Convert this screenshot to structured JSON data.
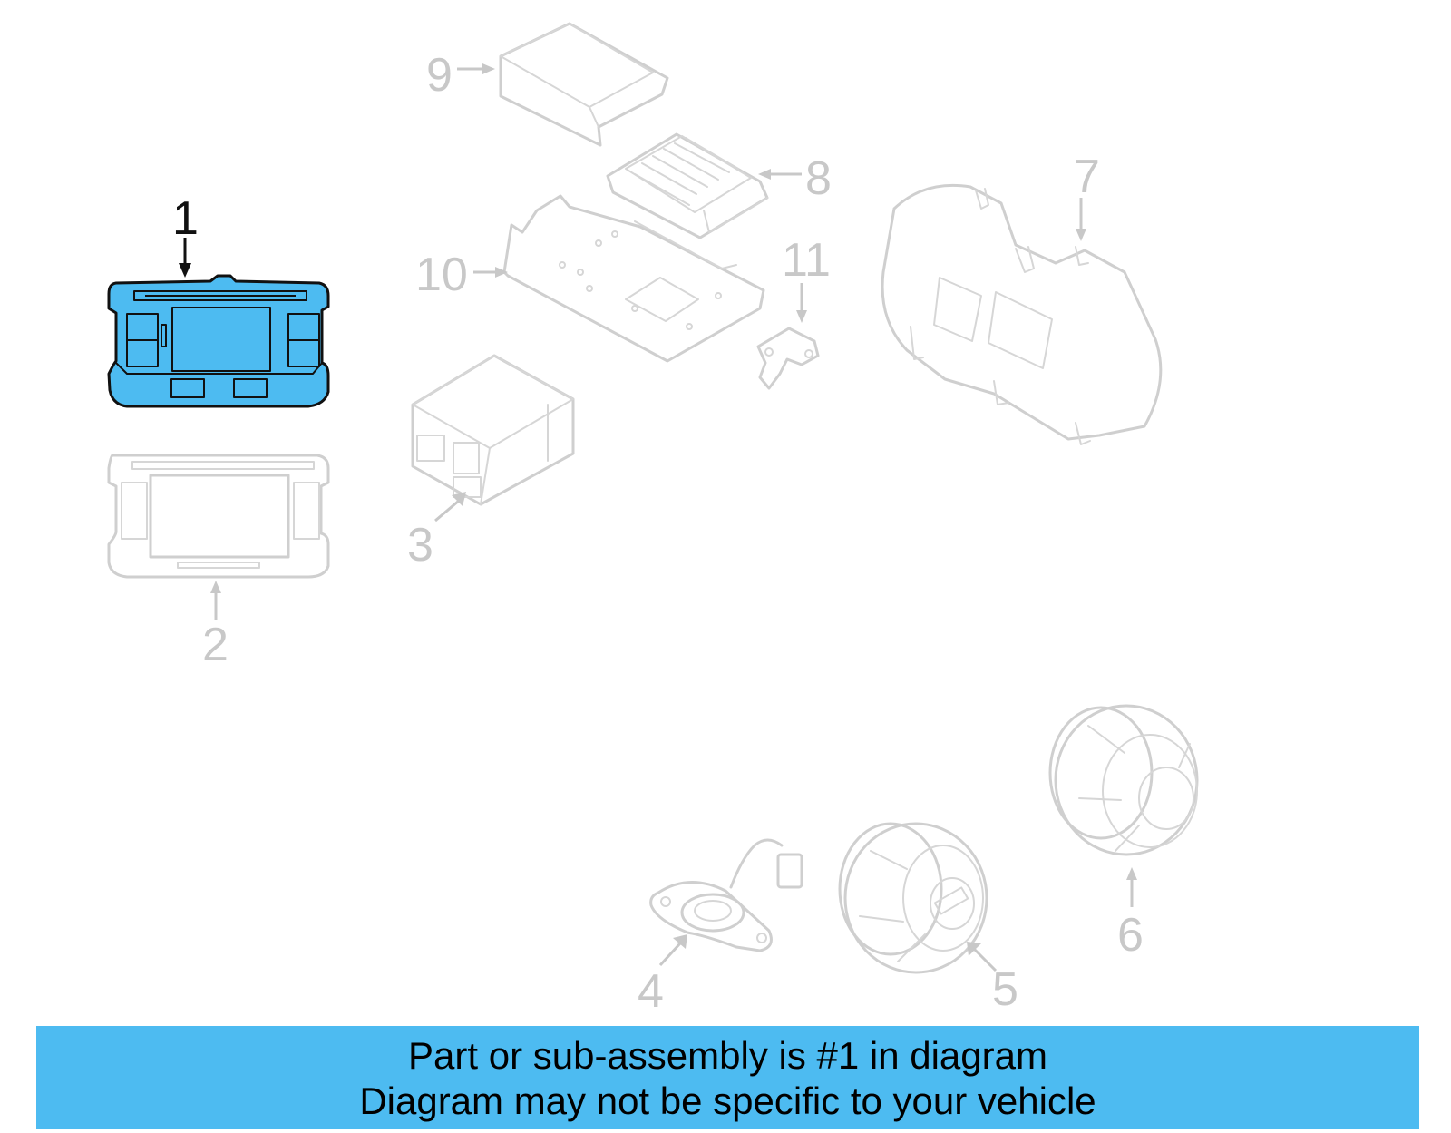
{
  "colors": {
    "highlight": "#4dbbf1",
    "banner": "#4dbbf1",
    "ghost_line": "#cfcfcf",
    "callout_dim": "#c8c8c8",
    "callout_active": "#111111"
  },
  "callouts": {
    "c1": "1",
    "c2": "2",
    "c3": "3",
    "c4": "4",
    "c5": "5",
    "c6": "6",
    "c7": "7",
    "c8": "8",
    "c9": "9",
    "c10": "10",
    "c11": "11"
  },
  "highlighted_part": "1",
  "banner": {
    "line1": "Part or sub-assembly is #1 in diagram",
    "line2": "Diagram may not be specific to your vehicle"
  }
}
